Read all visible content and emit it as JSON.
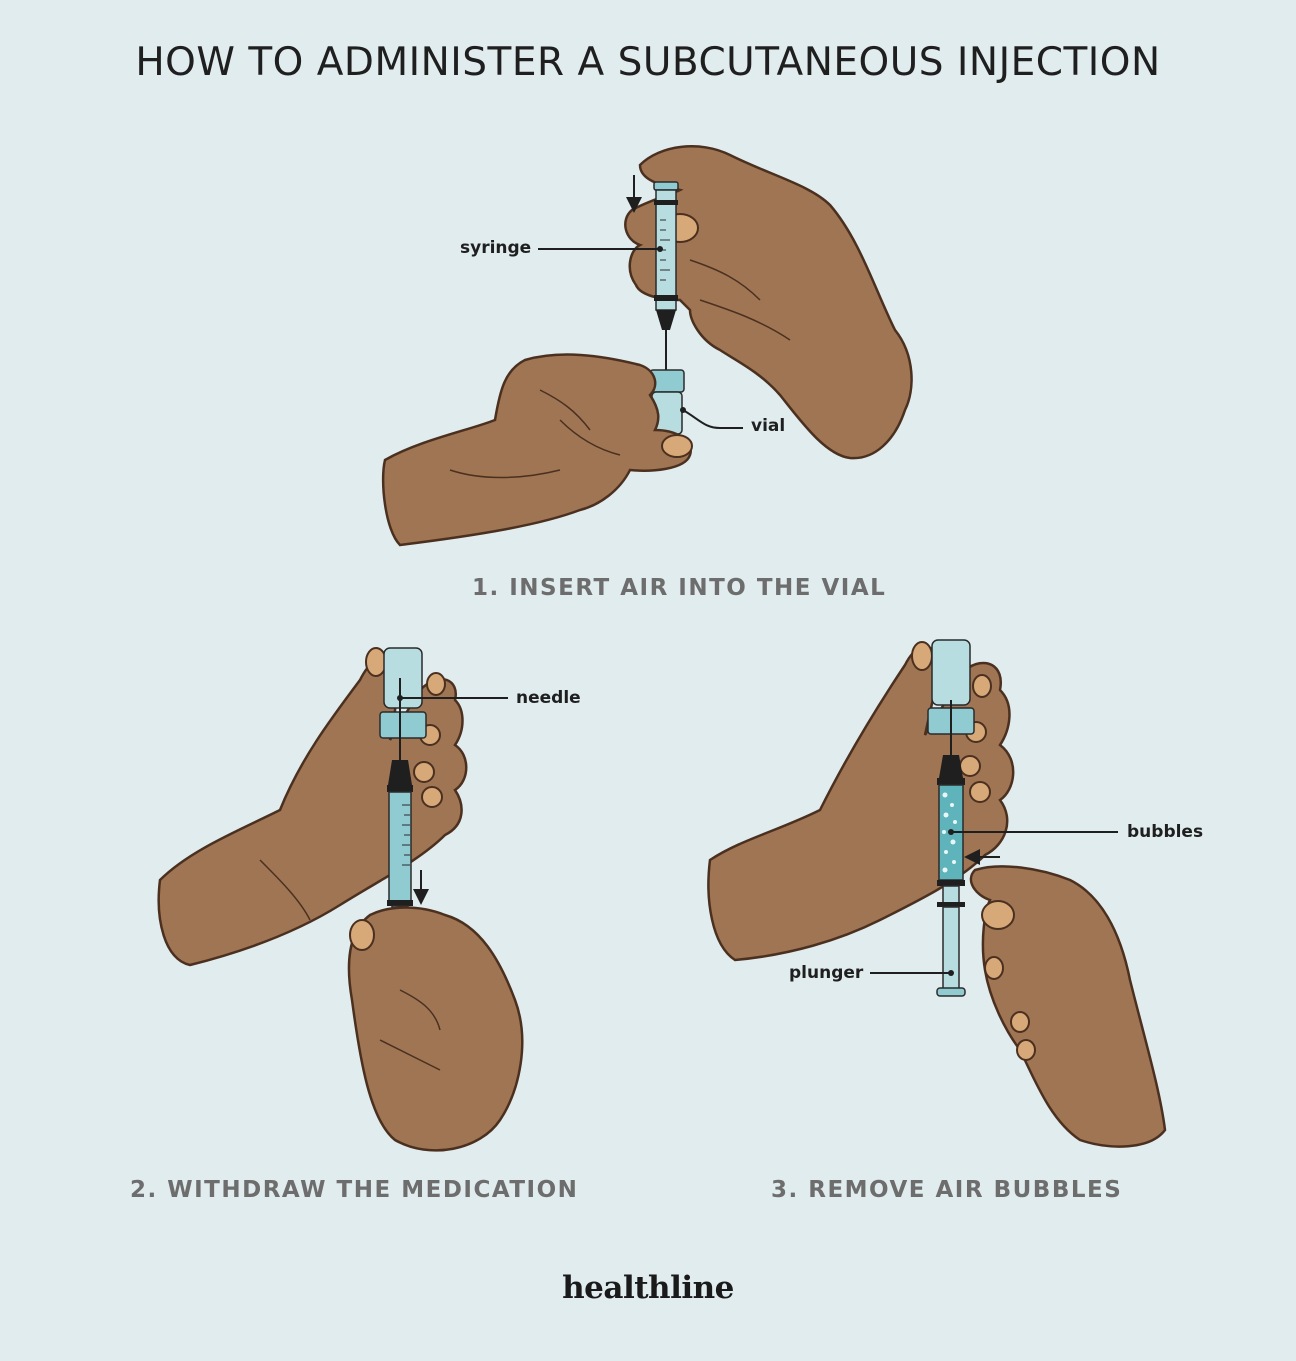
{
  "title": "HOW TO ADMINISTER A SUBCUTANEOUS INJECTION",
  "steps": [
    {
      "label": "1. INSERT AIR INTO THE VIAL"
    },
    {
      "label": "2. WITHDRAW THE MEDICATION"
    },
    {
      "label": "3. REMOVE AIR BUBBLES"
    }
  ],
  "callouts": {
    "syringe": "syringe",
    "vial": "vial",
    "needle": "needle",
    "bubbles": "bubbles",
    "plunger": "plunger"
  },
  "brand": "healthline",
  "colors": {
    "background": "#e0ecee",
    "skin": "#9f7553",
    "skin_outline": "#4b3020",
    "nail": "#d7a878",
    "syringe_liquid": "#8fcbd0",
    "vial": "#b8dde0"
  }
}
